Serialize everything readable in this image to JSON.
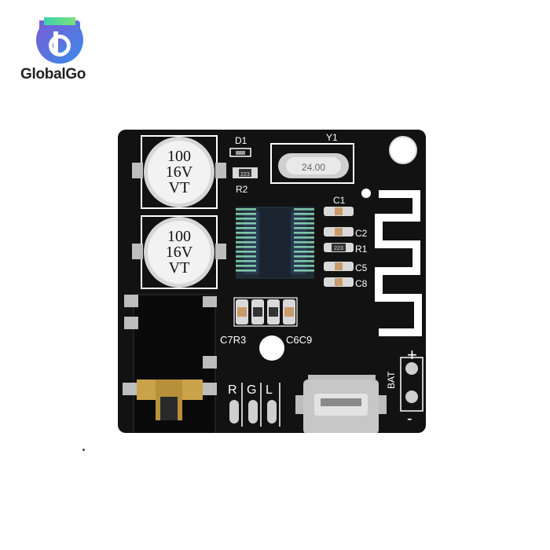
{
  "brand": {
    "name": "GlobalGo"
  },
  "board": {
    "capacitors": [
      {
        "value": "100",
        "voltage": "16V",
        "series": "VT"
      },
      {
        "value": "100",
        "voltage": "16V",
        "series": "VT"
      }
    ],
    "crystal_label": "Y1",
    "crystal_marking": "24.00",
    "silkscreen": {
      "d1": "D1",
      "r2": "R2",
      "r2_marking": "223",
      "c1": "C1",
      "c2": "C2",
      "r1": "R1",
      "r1_marking": "223",
      "c5": "C5",
      "c8": "C8",
      "c7r3": "C7R3",
      "c6c9": "C6C9",
      "r": "R",
      "g": "G",
      "l": "L",
      "bat": "BAT",
      "plus": "+",
      "minus": "-"
    },
    "colors": {
      "pcb": "#111111",
      "silk": "#ffffff",
      "gold": "#c9a24a",
      "metal": "#c7c7c7"
    }
  }
}
